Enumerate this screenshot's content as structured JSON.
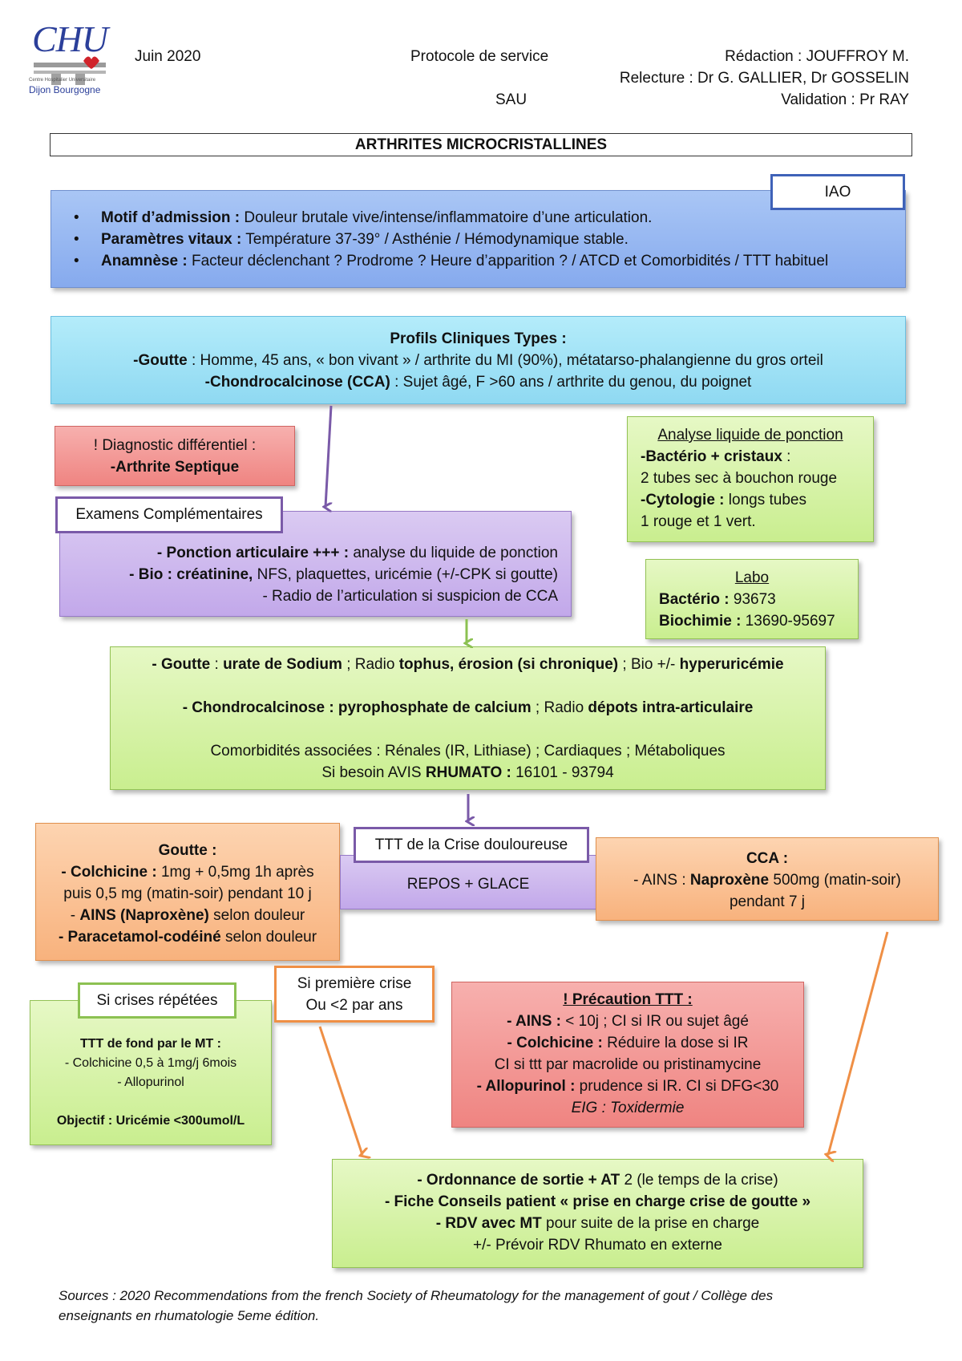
{
  "header": {
    "logo": {
      "name": "CHU",
      "sub1": "Centre Hospitalier Universitaire",
      "sub2": "Dijon Bourgogne"
    },
    "date": "Juin 2020",
    "protocol": "Protocole de service",
    "service": "SAU",
    "redaction": "Rédaction : JOUFFROY M.",
    "relecture": "Relecture : Dr G. GALLIER, Dr GOSSELIN",
    "validation": "Validation : Pr RAY"
  },
  "title": "ARTHRITES MICROCRISTALLINES",
  "iao": {
    "tag": "IAO",
    "items": [
      {
        "label": "Motif d’admission :",
        "text": " Douleur brutale vive/intense/inflammatoire d’une articulation."
      },
      {
        "label": "Paramètres vitaux :",
        "text": " Température 37-39° / Asthénie / Hémodynamique stable."
      },
      {
        "label": "Anamnèse :",
        "text": " Facteur déclenchant ? Prodrome ? Heure d’apparition ? / ATCD et Comorbidités / TTT habituel"
      }
    ]
  },
  "profils": {
    "title": "Profils Cliniques Types :",
    "goutte_label": "-Goutte",
    "goutte_text": " : Homme, 45 ans, « bon vivant » / arthrite du MI (90%), métatarso-phalangienne du gros orteil",
    "cca_label": "-Chondrocalcinose (CCA)",
    "cca_text": " : Sujet âgé, F >60 ans / arthrite du genou, du poignet"
  },
  "diag_diff": {
    "line1": "! Diagnostic différentiel :",
    "line2": "-Arthrite Septique"
  },
  "analyse": {
    "title": "Analyse liquide de ponction",
    "l1_label": "-Bactério + cristaux",
    "l1_text": " :",
    "l2": "2 tubes sec à bouchon rouge",
    "l3_label": "-Cytologie :",
    "l3_text": " longs tubes",
    "l4": "1 rouge et 1 vert."
  },
  "examens": {
    "tag": "Examens Complémentaires",
    "l1_label": "- Ponction articulaire +++ :",
    "l1_text": "  analyse du liquide de ponction",
    "l2_label": "- Bio : créatinine,",
    "l2_text": " NFS, plaquettes, uricémie (+/-CPK si goutte)",
    "l3": "- Radio de l’articulation si suspicion de CCA"
  },
  "labo": {
    "title": "Labo",
    "bact_label": "Bactério :",
    "bact_value": " 93673",
    "bio_label": "Biochimie :",
    "bio_value": " 13690-95697"
  },
  "resultats": {
    "g_a": "- Goutte",
    "g_b": " : ",
    "g_c": "urate de Sodium",
    "g_d": " ; Radio ",
    "g_e": "tophus, érosion (si chronique)",
    "g_f": " ; Bio +/- ",
    "g_g": "hyperuricémie",
    "c_a": "- Chondrocalcinose : pyrophosphate de calcium",
    "c_b": " ; Radio ",
    "c_c": "dépots intra-articulaire",
    "comorb": "Comorbidités associées : Rénales (IR, Lithiase) ; Cardiaques ; Métaboliques",
    "avis_a": "Si besoin AVIS ",
    "avis_b": "RHUMATO :",
    "avis_c": " 16101 - 93794"
  },
  "goutte_ttt": {
    "title": "Goutte :",
    "l1_label": "- Colchicine :",
    "l1_text": " 1mg + 0,5mg 1h après",
    "l2": "puis 0,5 mg (matin-soir) pendant 10 j",
    "l3_a": "- ",
    "l3_label": "AINS (Naproxène)",
    "l3_text": " selon douleur",
    "l4_label": "- Paracetamol-codéiné",
    "l4_text": " selon douleur"
  },
  "crise": {
    "tag": "TTT de la Crise douloureuse",
    "text": "REPOS + GLACE"
  },
  "cca_ttt": {
    "title": "CCA :",
    "l1_a": "- AINS : ",
    "l1_label": "Naproxène",
    "l1_text": " 500mg (matin-soir)",
    "l2": "pendant 7 j"
  },
  "repetees": {
    "tag": "Si crises répétées",
    "title": "TTT de fond par le MT :",
    "l1": "- Colchicine 0,5 à 1mg/j 6mois",
    "l2": "- Allopurinol",
    "objectif": "Objectif : Uricémie <300umol/L"
  },
  "premiere": {
    "l1": "Si première crise",
    "l2": "Ou <2 par ans"
  },
  "precaution": {
    "title": "! Précaution TTT :",
    "l1_label": "- AINS :",
    "l1_text": " < 10j ; CI si IR ou sujet âgé",
    "l2_label": "- Colchicine :",
    "l2_text": " Réduire la dose si IR",
    "l3": "CI si ttt par macrolide ou pristinamycine",
    "l4_label": "- Allopurinol :",
    "l4_text": " prudence si IR. CI si DFG<30",
    "l5": "EIG : Toxidermie"
  },
  "sortie": {
    "l1_label": "- Ordonnance de sortie + AT",
    "l1_text": " 2 (le temps de la crise)",
    "l2": "- Fiche Conseils patient « prise en charge crise de goutte »",
    "l3_label": "- RDV avec MT",
    "l3_text": " pour suite de la prise en charge",
    "l4": "+/- Prévoir RDV Rhumato en externe"
  },
  "sources": {
    "l1": "Sources : 2020 Recommendations from the french Society of Rheumatology for the management of gout / Collège des",
    "l2": "enseignants en rhumatologie 5eme édition."
  },
  "colors": {
    "purple_arrow": "#7a5aa8",
    "green_arrow": "#8cc152",
    "orange_arrow": "#ef8f45",
    "tag_border_blue": "#3f62b8"
  }
}
